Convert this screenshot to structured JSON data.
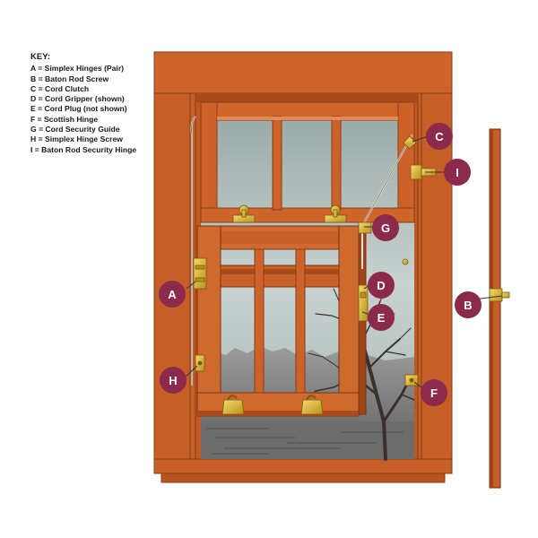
{
  "key": {
    "title": "KEY:",
    "items": [
      "A = Simplex Hinges (Pair)",
      "B = Baton Rod Screw",
      "C = Cord Clutch",
      "D = Cord Gripper (shown)",
      "E = Cord Plug (not shown)",
      "F = Scottish Hinge",
      "G = Cord Security Guide",
      "H = Simplex Hinge Screw",
      "I =  Baton Rod Security Hinge"
    ]
  },
  "callouts": {
    "A": "A",
    "B": "B",
    "C": "C",
    "D": "D",
    "E": "E",
    "F": "F",
    "G": "G",
    "H": "H",
    "I": "I"
  },
  "colors": {
    "frame": "#c8602a",
    "frame_dark": "#8a3e14",
    "frame_light": "#e08a55",
    "callout_fill": "#8b2a4a",
    "hardware": "#e7c23a",
    "sky": "#b7c4c2"
  }
}
